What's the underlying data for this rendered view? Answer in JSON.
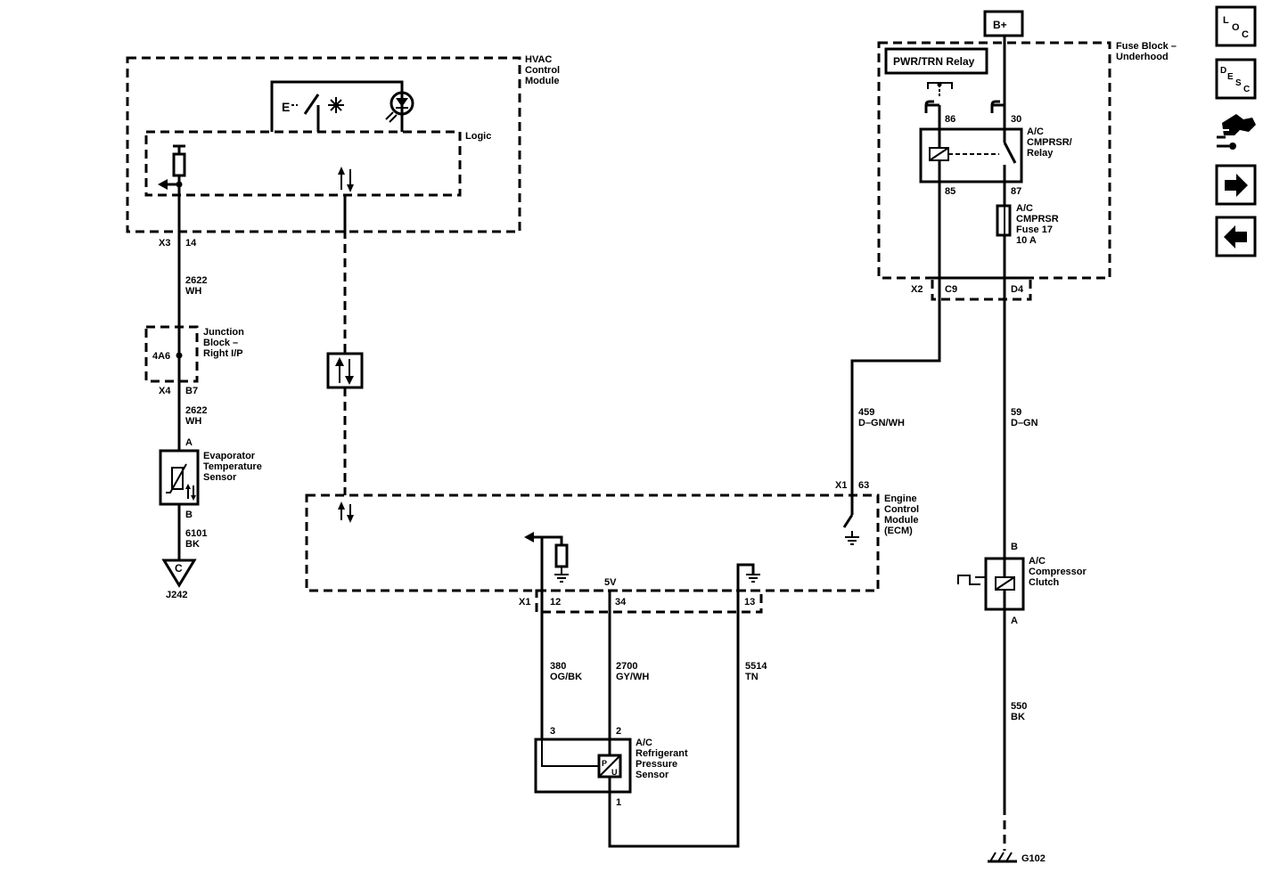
{
  "modules": {
    "hvac": "HVAC\nControl\nModule",
    "logic": "Logic",
    "fuse_block": "Fuse Block –\nUnderhood",
    "ecm": "Engine\nControl\nModule\n(ECM)",
    "junction_block": "Junction\nBlock –\nRight I/P",
    "junction_block_id": "4A6"
  },
  "components": {
    "battery": "B+",
    "relay_box": "PWR/TRN Relay",
    "ac_relay": "A/C\nCMPRSR/\nRelay",
    "ac_fuse": "A/C\nCMPRSR\nFuse 17\n10 A",
    "evap_sensor": "Evaporator\nTemperature\nSensor",
    "ac_clutch": "A/C\nCompressor\nClutch",
    "pressure_sensor": "A/C\nRefrigerant\nPressure\nSensor",
    "pressure_sensor_symbol": "P\nU",
    "ground_g102": "G102",
    "splice_ref": "C",
    "splice_id": "J242",
    "five_volt": "5V"
  },
  "connectors": {
    "x3": "X3",
    "x3_pin": "14",
    "x4": "X4",
    "x4_pin": "B7",
    "x2": "X2",
    "x2_pin_c9": "C9",
    "x2_pin_d4": "D4",
    "x1_ecm": "X1",
    "x1_ecm_pin": "63",
    "x1_bottom": "X1",
    "pin_12": "12",
    "pin_34": "34",
    "pin_13": "13",
    "relay_86": "86",
    "relay_30": "30",
    "relay_85": "85",
    "relay_87": "87",
    "evap_a": "A",
    "evap_b": "B",
    "clutch_b": "B",
    "clutch_a": "A",
    "ps_3": "3",
    "ps_2": "2",
    "ps_1": "1"
  },
  "wires": {
    "w2622_top": "2622\nWH",
    "w2622_bot": "2622\nWH",
    "w6101": "6101\nBK",
    "w459": "459\nD–GN/WH",
    "w59": "59\nD–GN",
    "w550": "550\nBK",
    "w380": "380\nOG/BK",
    "w2700": "2700\nGY/WH",
    "w5514": "5514\nTN"
  },
  "nav": {
    "loc_icon": "LOC",
    "desc_icon": "DESC",
    "connector_icon": "connector-icon",
    "next_icon": "arrow-right-icon",
    "prev_icon": "arrow-left-icon"
  }
}
